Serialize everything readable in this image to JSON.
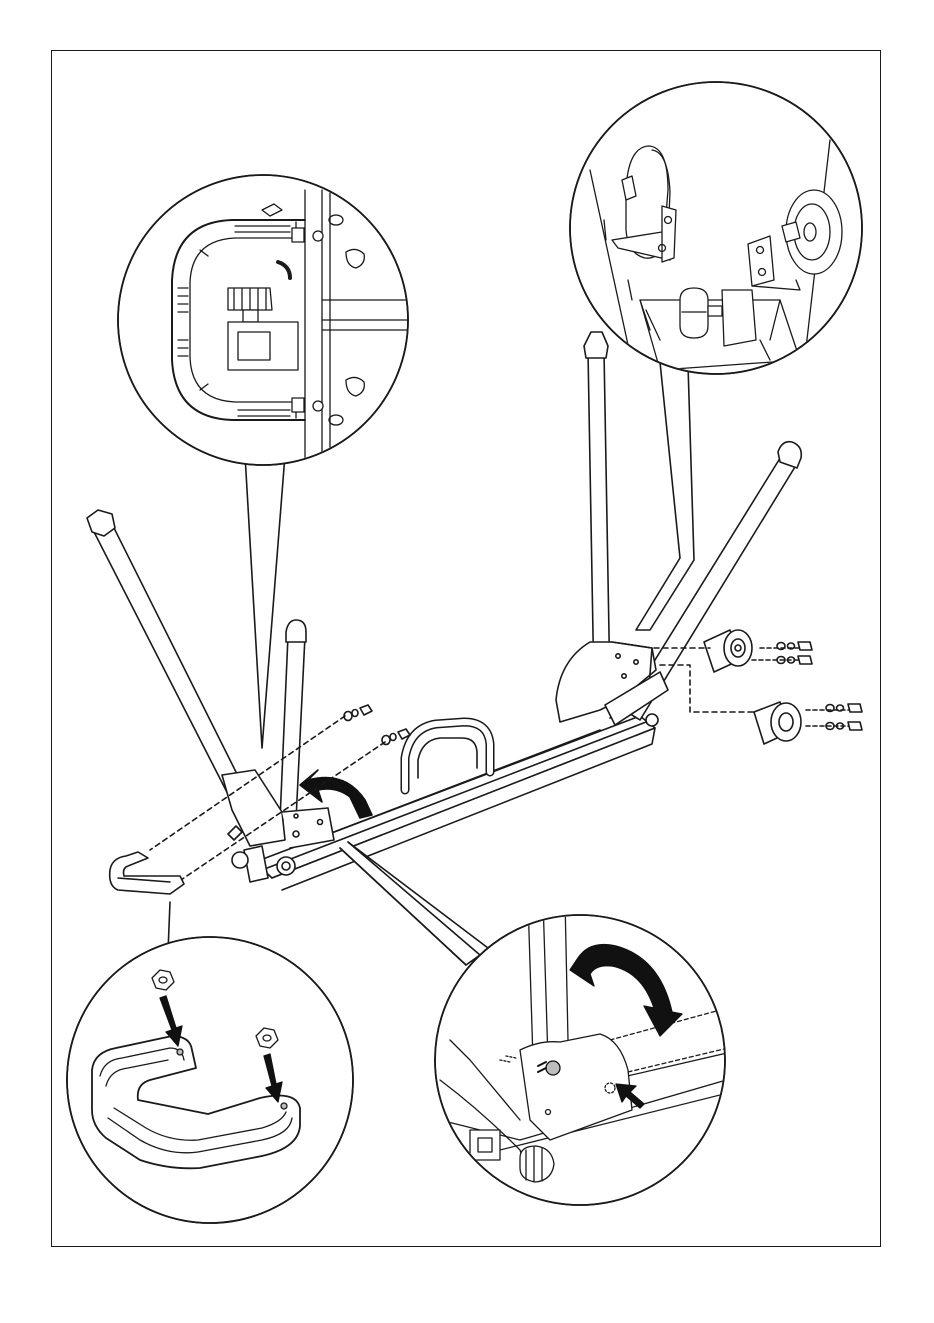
{
  "diagram": {
    "type": "assembly-instruction",
    "colors": {
      "line": "#1a1a1a",
      "fill": "#ffffff",
      "arrow": "#111111",
      "highlight": "#bdbdbd"
    },
    "callouts": [
      {
        "id": "handle-detail",
        "icon": "handle-bracket-zoom"
      },
      {
        "id": "wheels-detail",
        "icon": "transport-wheels-zoom"
      },
      {
        "id": "foot-cap-detail",
        "icon": "foot-cap-nuts-zoom"
      },
      {
        "id": "pivot-detail",
        "icon": "pivot-rotation-zoom"
      }
    ]
  }
}
